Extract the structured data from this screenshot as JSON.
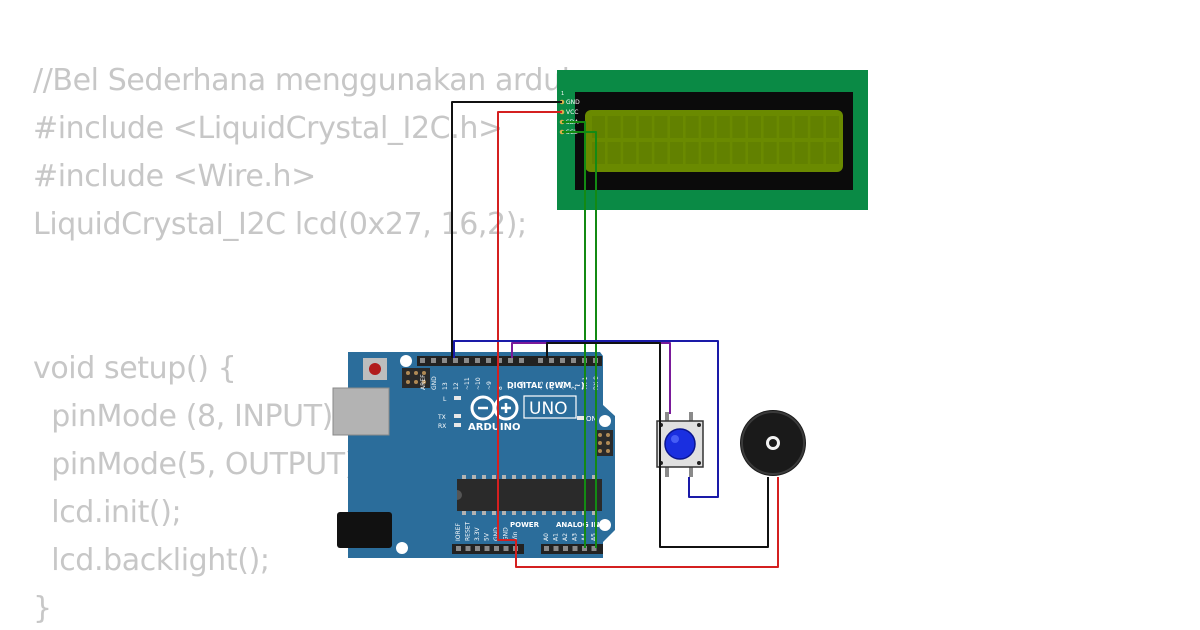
{
  "code": {
    "line1": "//Bel Sederhana menggunakan arduino",
    "line2": "#include <LiquidCrystal_I2C.h>",
    "line3": "#include <Wire.h>",
    "line4": "LiquidCrystal_I2C lcd(0x27, 16,2);",
    "line5": "void setup() {",
    "line6": "  pinMode (8, INPUT); //",
    "line7": "  pinMode(5, OUTPUT);",
    "line8": "  lcd.init();",
    "line9": "  lcd.backlight();",
    "line10": "}"
  },
  "arduino": {
    "brand": "ARDUINO",
    "model": "UNO",
    "digital_label": "DIGITAL (PWM ~)",
    "power_label": "POWER",
    "analog_label": "ANALOG IN",
    "on_label": "ON",
    "l_label": "L",
    "tx_label": "TX",
    "rx_label": "RX",
    "digital_pins": [
      "AREF",
      "GND",
      "13",
      "12",
      "~11",
      "~10",
      "~9",
      "8",
      "7",
      "~6",
      "~5",
      "4",
      "~3",
      "2",
      "TX 1",
      "RX 0"
    ],
    "power_pins": [
      "IOREF",
      "RESET",
      "3.3V",
      "5V",
      "GND",
      "GND",
      "Vin"
    ],
    "analog_pins": [
      "A0",
      "A1",
      "A2",
      "A3",
      "A4",
      "A5"
    ]
  },
  "lcd": {
    "pins": [
      "GND",
      "VCC",
      "SDA",
      "SCL"
    ]
  },
  "colors": {
    "board": "#2b6d9b",
    "lcd_pcb": "#0a8a45",
    "lcd_screen": "#6a8a00",
    "wire_black": "#111111",
    "wire_red": "#d42020",
    "wire_green": "#138a13",
    "wire_blue": "#1a1aa8",
    "wire_purple": "#7a1a9a"
  }
}
